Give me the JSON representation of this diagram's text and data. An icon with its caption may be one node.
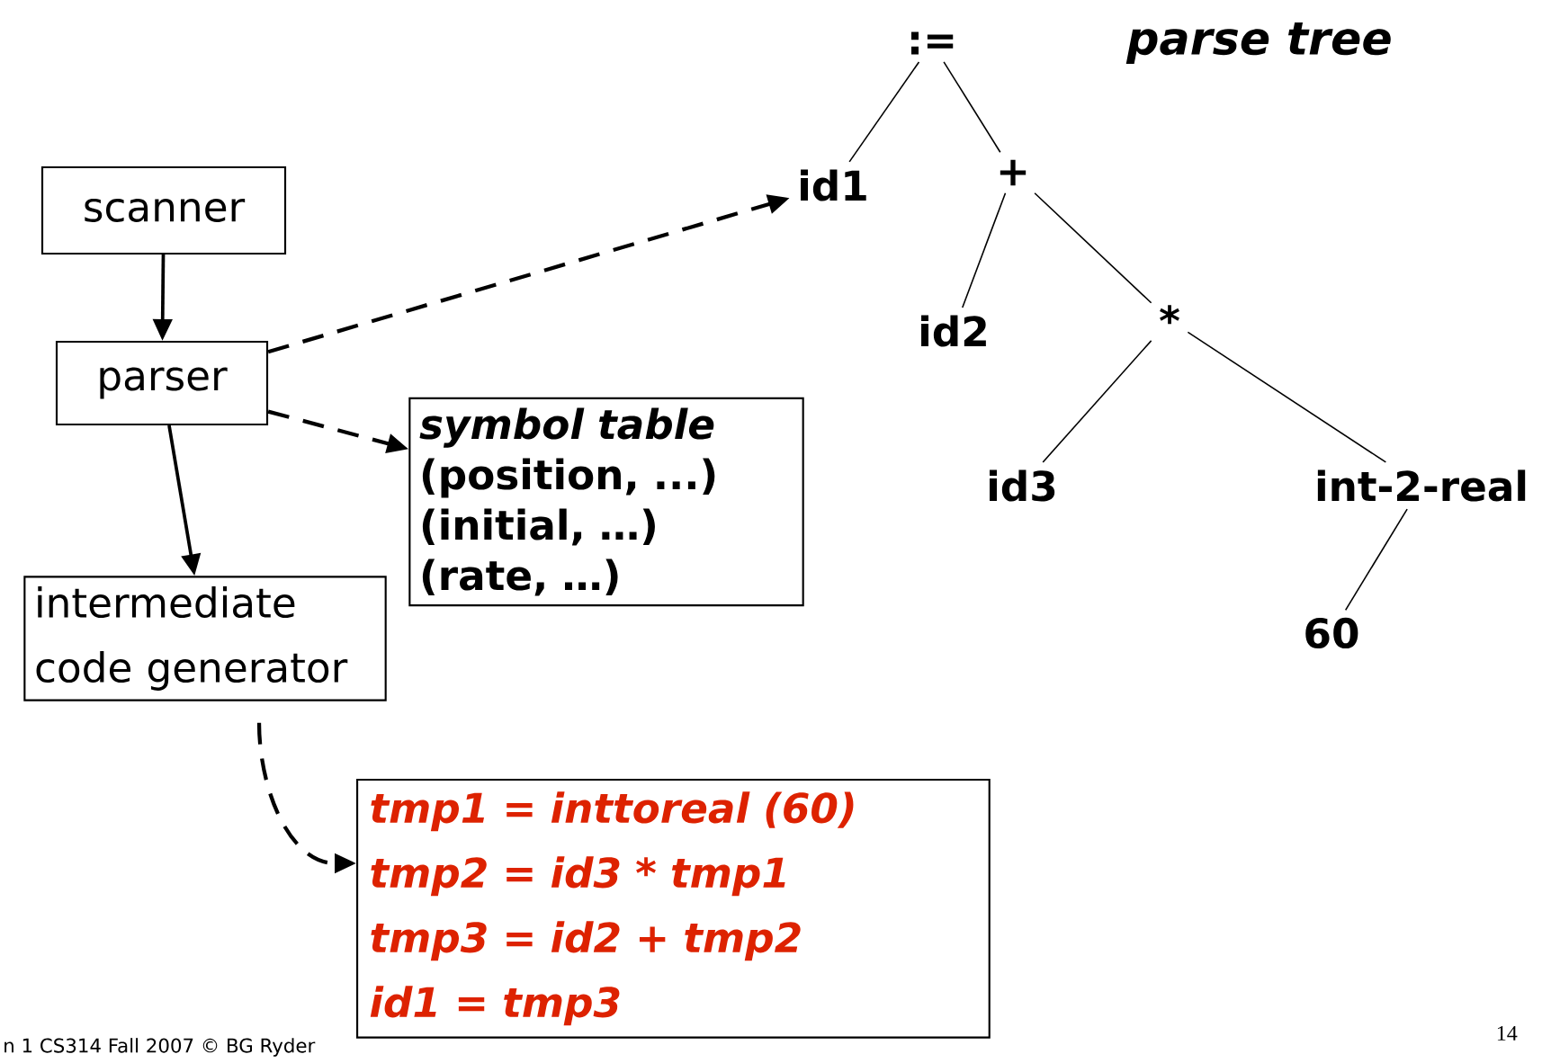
{
  "diagram": {
    "title": "parse tree",
    "nodes": [
      {
        "text": [
          "scanner"
        ]
      },
      {
        "text": [
          "parser"
        ]
      },
      {
        "text": [
          "intermediate code generator"
        ]
      },
      {
        "text": [
          "symbol table",
          "(position, ...)",
          "(initial, …)",
          "(rate, …)"
        ]
      },
      {
        "text": [
          "tmp1 = inttoreal (60)",
          "tmp2 = id3 * tmp1",
          "tmp3 = id2 + tmp2",
          "id1 = tmp3"
        ]
      },
      {
        "text": [
          ":="
        ]
      },
      {
        "text": [
          "id1"
        ]
      },
      {
        "text": [
          "+"
        ]
      },
      {
        "text": [
          "id2"
        ]
      },
      {
        "text": [
          "*"
        ]
      },
      {
        "text": [
          "id3"
        ]
      },
      {
        "text": [
          "int-2-real"
        ]
      },
      {
        "text": [
          "60"
        ]
      }
    ],
    "edges": [
      {
        "from": 0,
        "to": 1,
        "arrow": "to"
      },
      {
        "from": 1,
        "to": 2,
        "arrow": "to"
      },
      {
        "from": 1,
        "to": 6,
        "arrow": "to",
        "style": "dashed"
      },
      {
        "from": 1,
        "to": 3,
        "arrow": "to",
        "style": "dashed"
      },
      {
        "from": 2,
        "to": 4,
        "arrow": "to",
        "style": "dashed"
      },
      {
        "from": 5,
        "to": 6,
        "arrow": "none"
      },
      {
        "from": 5,
        "to": 7,
        "arrow": "none"
      },
      {
        "from": 7,
        "to": 8,
        "arrow": "none"
      },
      {
        "from": 7,
        "to": 9,
        "arrow": "none"
      },
      {
        "from": 9,
        "to": 10,
        "arrow": "none"
      },
      {
        "from": 9,
        "to": 11,
        "arrow": "none"
      },
      {
        "from": 11,
        "to": 12,
        "arrow": "none"
      }
    ],
    "labels": [
      "n 1 CS314 Fall 2007 © BG Ryder",
      "14"
    ]
  }
}
